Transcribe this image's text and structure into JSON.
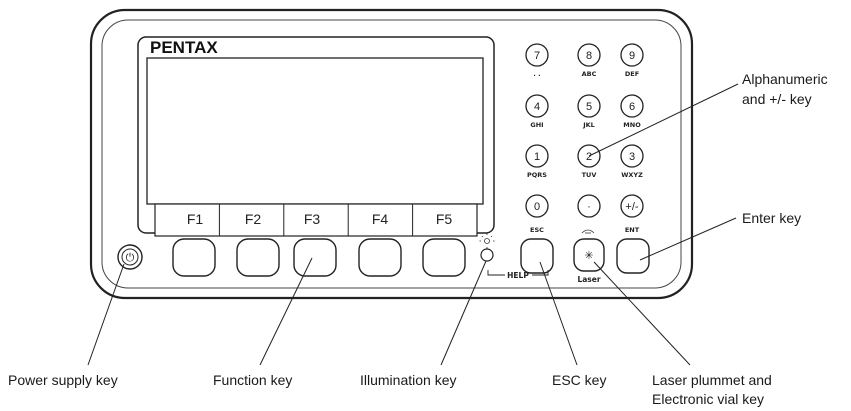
{
  "panel": {
    "brand": "PENTAX",
    "function_keys": [
      "F1",
      "F2",
      "F3",
      "F4",
      "F5"
    ],
    "keypad": [
      {
        "main": "7",
        "sub": ". ."
      },
      {
        "main": "8",
        "sub": "ABC"
      },
      {
        "main": "9",
        "sub": "DEF"
      },
      {
        "main": "4",
        "sub": "GHI"
      },
      {
        "main": "5",
        "sub": "JKL"
      },
      {
        "main": "6",
        "sub": "MNO"
      },
      {
        "main": "1",
        "sub": "PQRS"
      },
      {
        "main": "2",
        "sub": "TUV"
      },
      {
        "main": "3",
        "sub": "WXYZ"
      },
      {
        "main": "0",
        "sub": ""
      },
      {
        "main": "·",
        "sub": ""
      },
      {
        "main": "+/-",
        "sub": ""
      }
    ],
    "esc_label": "ESC",
    "ent_label": "ENT",
    "laser_label": "Laser",
    "help_label": "HELP",
    "power_symbol": "⏻",
    "laser_symbol": "✳"
  },
  "callouts": {
    "power_supply_key": "Power supply key",
    "function_key": "Function key",
    "illumination_key": "Illumination key",
    "esc_key": "ESC key",
    "laser_line1": "Laser plummet and",
    "laser_line2": "Electronic vial key",
    "enter_key": "Enter key",
    "alpha_line1": "Alphanumeric",
    "alpha_line2": "and +/- key"
  }
}
